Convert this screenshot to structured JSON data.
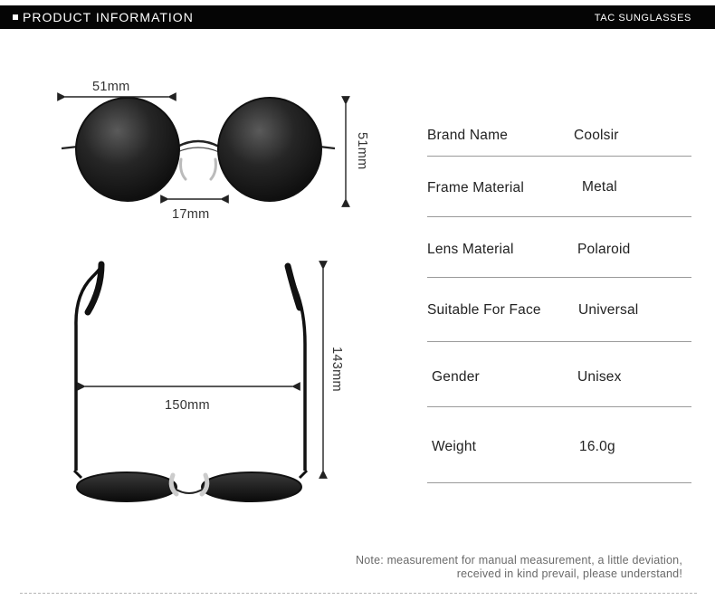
{
  "header": {
    "title": "PRODUCT INFORMATION",
    "brand": "TAC SUNGLASSES"
  },
  "dimensions": {
    "lens_width": "51mm",
    "lens_height": "51mm",
    "bridge_width": "17mm",
    "frame_width": "150mm",
    "temple_length": "143mm"
  },
  "specs": [
    {
      "label": "Brand Name",
      "value": "Coolsir"
    },
    {
      "label": "Frame Material",
      "value": "Metal"
    },
    {
      "label": "Lens Material",
      "value": "Polaroid"
    },
    {
      "label": "Suitable For Face",
      "value": "Universal"
    },
    {
      "label": "Gender",
      "value": "Unisex"
    },
    {
      "label": "Weight",
      "value": "16.0g"
    }
  ],
  "note": {
    "line1": "Note: measurement for manual measurement, a little deviation,",
    "line2": "received in kind prevail, please understand!"
  },
  "colors": {
    "header_bg": "#050505",
    "lens": "#1a1a1a",
    "rule": "#9a9a9a"
  }
}
